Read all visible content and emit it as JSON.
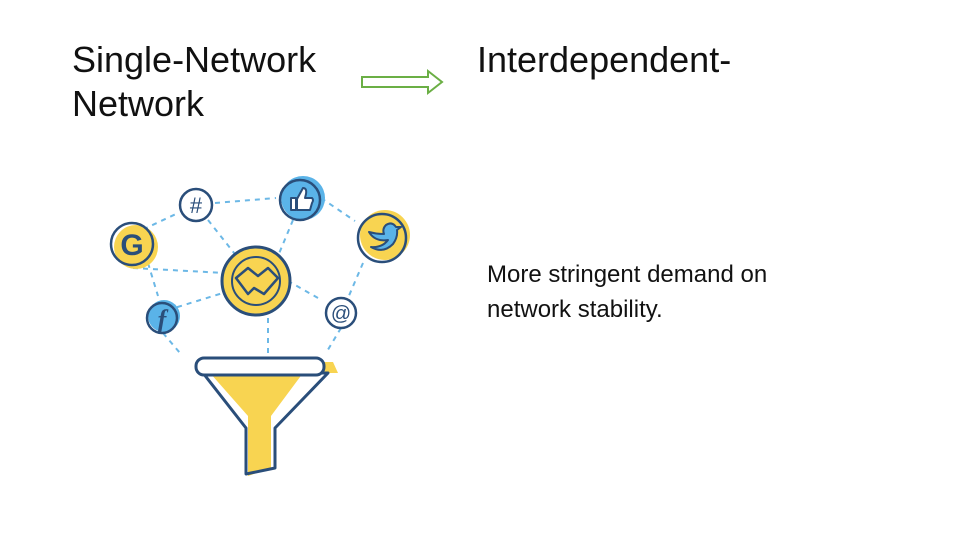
{
  "slide": {
    "heading_left": "Single-Network Network",
    "heading_right": "Interdependent-",
    "body": "More stringent demand on network stability."
  },
  "icons": {
    "hashtag": "#",
    "at": "@",
    "google": "G",
    "facebook": "f"
  },
  "colors": {
    "yellow": "#F8D451",
    "blue": "#5AB3E8",
    "outline": "#2A4E7A",
    "arrow": "#6BAF45",
    "dash": "#6CB8E6"
  }
}
